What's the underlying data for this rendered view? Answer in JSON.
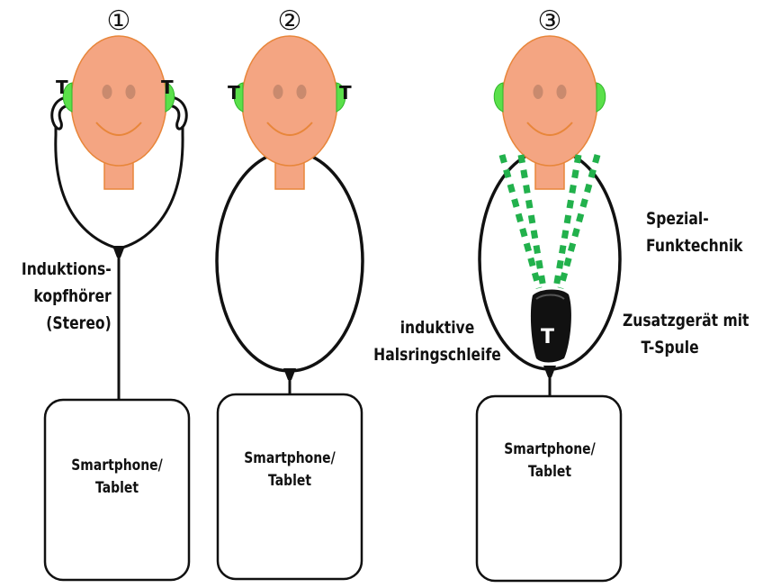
{
  "panels": [
    {
      "number": "①",
      "t_left": "T",
      "t_right": "T",
      "label_lines": [
        "Induktions-",
        "kopfhörer",
        "(Stereo)"
      ],
      "device_lines": [
        "Smartphone/",
        "Tablet"
      ]
    },
    {
      "number": "②",
      "t_left": "T",
      "t_right": "T",
      "label_lines": [
        "induktive",
        "Halsringschleife"
      ],
      "device_lines": [
        "Smartphone/",
        "Tablet"
      ]
    },
    {
      "number": "③",
      "receiver_letter": "T",
      "label_top_lines": [
        "Spezial-",
        "Funktechnik"
      ],
      "label_bottom_lines": [
        "Zusatzgerät mit",
        "T-Spule"
      ],
      "device_lines": [
        "Smartphone/",
        "Tablet"
      ]
    }
  ],
  "colors": {
    "face": "#F4A582",
    "face_outline": "#E8863A",
    "eye": "#C98A6E",
    "ear": "#5BE04A",
    "ear_dark": "#2FB52A",
    "line": "#111111",
    "device_border": "#111111",
    "device_fill": "#FFFFFF",
    "receiver": "#111111",
    "radio_dots": "#22B14C"
  }
}
